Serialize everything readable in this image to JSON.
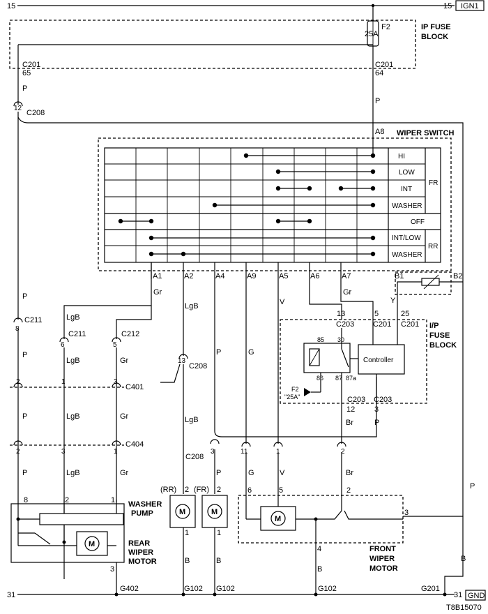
{
  "power": {
    "rail_left": "15",
    "rail_right": "15",
    "ign_label": "IGN1"
  },
  "ground": {
    "rail_left": "31",
    "rail_right": "31",
    "gnd_label": "GND"
  },
  "fuse_top": {
    "name": "F2",
    "rating": "25A",
    "block_line1": "IP FUSE",
    "block_line2": "BLOCK"
  },
  "connectors": {
    "c201": "C201",
    "c201_pin_left": "65",
    "c201_pin_right": "64",
    "c208": "C208",
    "c208_pin_top": "12",
    "c208_pin_mid": "13",
    "c208_pin3": "3",
    "c208_pin11": "11",
    "c208_pin1": "1",
    "c208_pin2": "2",
    "c211": "C211",
    "c211_pin8": "8",
    "c211_pin6": "6",
    "c212": "C212",
    "c212_pin5": "5",
    "c401": "C401",
    "c401_pins": [
      "2",
      "1",
      "3"
    ],
    "c404": "C404",
    "c404_pins": [
      "2",
      "3",
      "1"
    ],
    "c203": "C203",
    "c203_pins": {
      "p13": "13",
      "p12": "12",
      "p3": "3"
    },
    "c201_right_pins": {
      "p5": "5",
      "p25": "25"
    }
  },
  "wires": {
    "P": "P",
    "Gr": "Gr",
    "LgB": "LgB",
    "G": "G",
    "V": "V",
    "Br": "Br",
    "Y": "Y",
    "B": "B"
  },
  "wiper_switch": {
    "title": "WIPER SWITCH",
    "top_pin": "A8",
    "pins": [
      "A1",
      "A2",
      "A4",
      "A9",
      "A5",
      "A6",
      "A7",
      "B1",
      "B2"
    ],
    "rows": [
      "HI",
      "LOW",
      "INT",
      "WASHER",
      "OFF",
      "INT/LOW",
      "WASHER"
    ],
    "groups": {
      "fr": "FR",
      "rr": "RR"
    }
  },
  "ip_fuse_block_right": {
    "line1": "I/P",
    "line2": "FUSE",
    "line3": "BLOCK",
    "controller": "Controller",
    "relay_pins": [
      "85",
      "30",
      "86",
      "87",
      "87a"
    ],
    "fuse_label": "F2",
    "fuse_rating": "\"25A\""
  },
  "washer_pump": {
    "label_line1": "WASHER",
    "label_line2": "PUMP",
    "rr": "(RR)",
    "fr": "(FR)",
    "pin_top": "2",
    "pin_bottom": "1",
    "motor": "M"
  },
  "rear_wiper": {
    "line1": "REAR",
    "line2": "WIPER",
    "line3": "MOTOR",
    "pin8": "8",
    "pin2": "2",
    "pin1": "1",
    "pin3": "3",
    "motor": "M"
  },
  "front_wiper": {
    "line1": "FRONT",
    "line2": "WIPER",
    "line3": "MOTOR",
    "pin6": "6",
    "pin5": "5",
    "pin2": "2",
    "pin3": "3",
    "pin4": "4",
    "motor": "M"
  },
  "grounds": [
    "G402",
    "G102",
    "G102",
    "G102",
    "G201"
  ],
  "diagram_id": "T8B15070"
}
